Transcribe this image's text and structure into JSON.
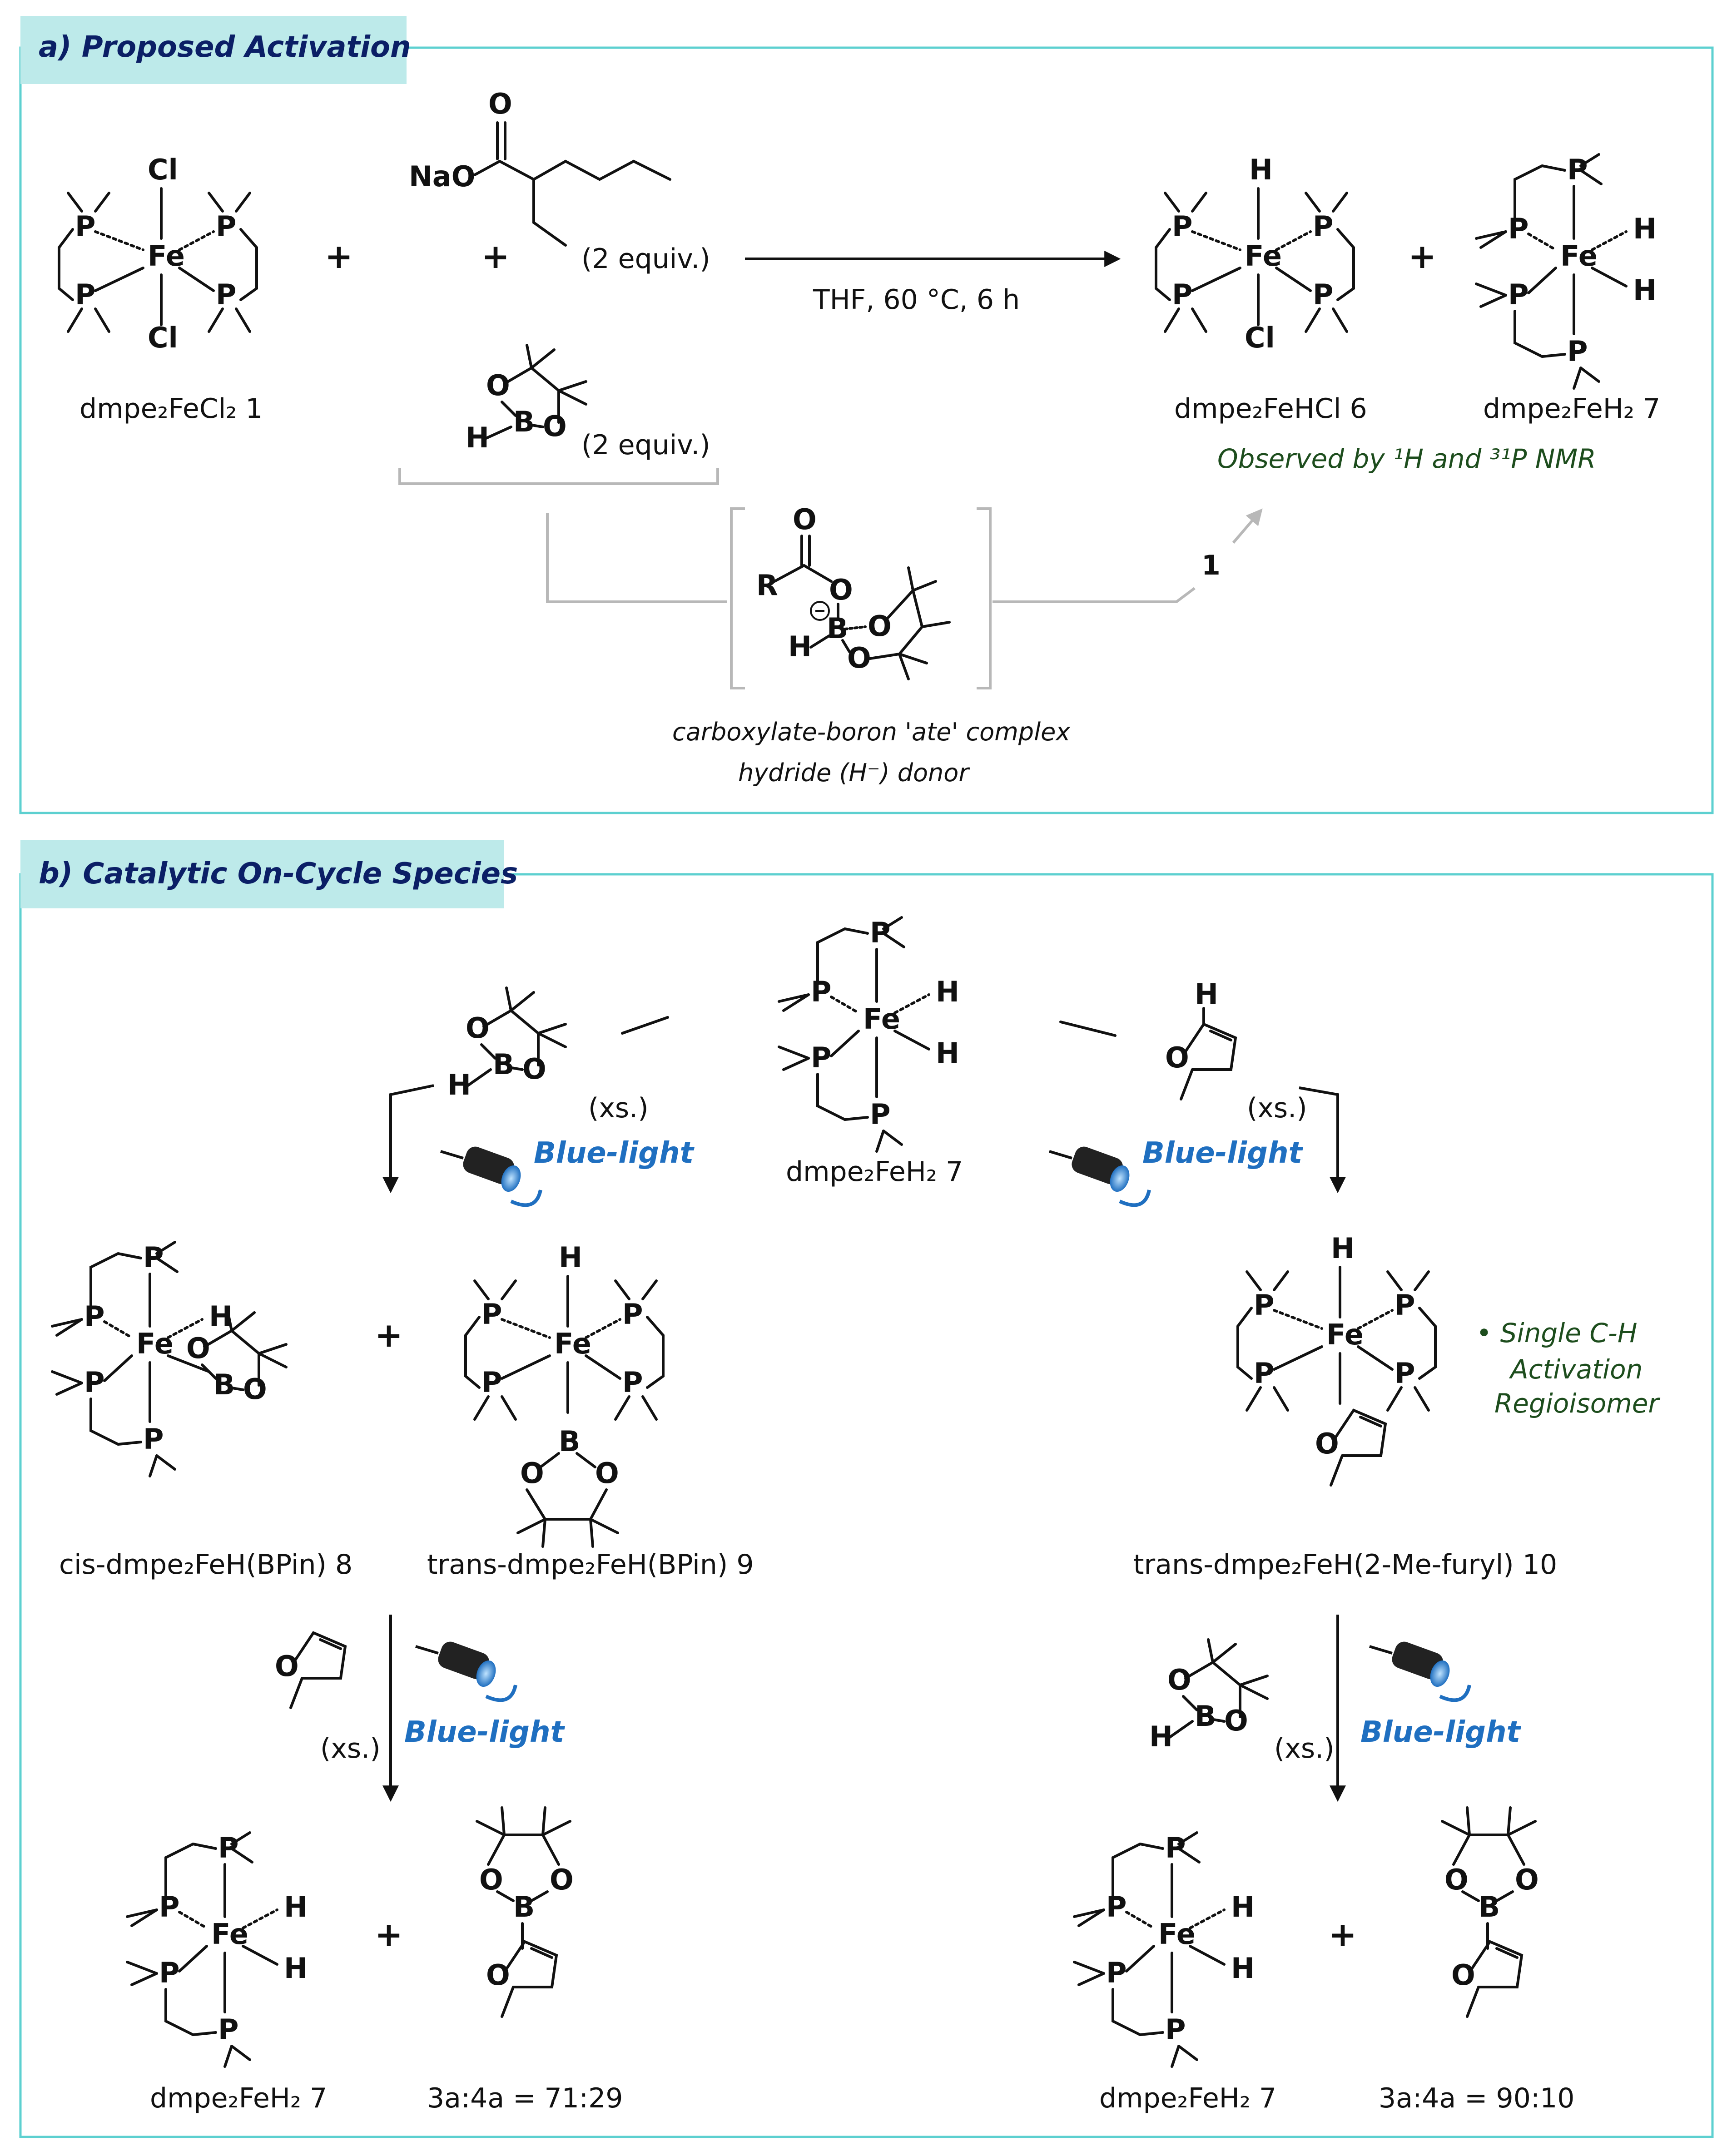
{
  "panel_a": {
    "title": "a) Proposed Activation",
    "reactant_1": "dmpe₂FeCl₂ 1",
    "reagent_carboxylate": "NaO",
    "reagent_carboxylate_equiv": "(2 equiv.)",
    "reagent_hbpin_equiv": "(2 equiv.)",
    "conditions": "THF, 60 °C, 6 h",
    "product_6": "dmpe₂FeHCl 6",
    "product_7": "dmpe₂FeH₂ 7",
    "observed": "Observed by ¹H and ³¹P NMR",
    "intermediate_R": "R",
    "arrow_label": "1",
    "caption_line1": "carboxylate-boron 'ate' complex",
    "caption_line2": "hydride (H⁻) donor"
  },
  "panel_b": {
    "title": "b) Catalytic On-Cycle Species",
    "center_complex": "dmpe₂FeH₂ 7",
    "xs": "(xs.)",
    "blue_light": "Blue-light",
    "cis_8": "cis-dmpe₂FeH(BPin) 8",
    "trans_9": "trans-dmpe₂FeH(BPin) 9",
    "trans_10": "trans-dmpe₂FeH(2-Me-furyl) 10",
    "note_line1": "• Single C-H",
    "note_line2": "Activation",
    "note_line3": "Regioisomer",
    "left_product_complex": "dmpe₂FeH₂ 7",
    "left_ratio": "3a:4a = 71:29",
    "right_product_complex": "dmpe₂FeH₂ 7",
    "right_ratio": "3a:4a = 90:10"
  },
  "colors": {
    "panel_border": "#5dd0d0",
    "panel_tab": "#bdeaea",
    "title_text": "#0b1f66",
    "blue_light_text": "#1f6fc0",
    "note_text": "#1d4d1d"
  }
}
